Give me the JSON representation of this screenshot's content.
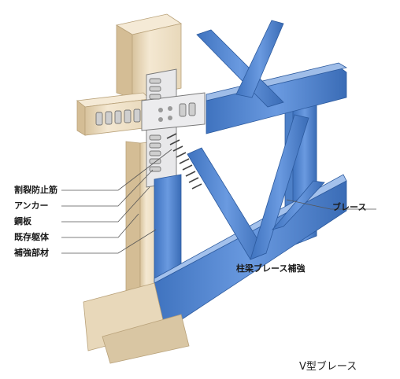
{
  "diagram": {
    "colors": {
      "concrete": "#efe3cc",
      "concrete_shade": "#d9c6a3",
      "steel_blue": "#5e8fd6",
      "steel_blue_dark": "#2f5fa8",
      "steel_blue_light": "#a9c6ef",
      "background": "#ffffff"
    },
    "labels": {
      "split_prevention_bar": "割裂防止筋",
      "anchor": "アンカー",
      "steel_plate": "鋼板",
      "existing_frame": "既存躯体",
      "reinforcing_member": "補強部材",
      "brace": "ブレース",
      "column_beam_brace_reinforcement": "柱梁ブレース補強"
    },
    "caption": "V型ブレース"
  }
}
